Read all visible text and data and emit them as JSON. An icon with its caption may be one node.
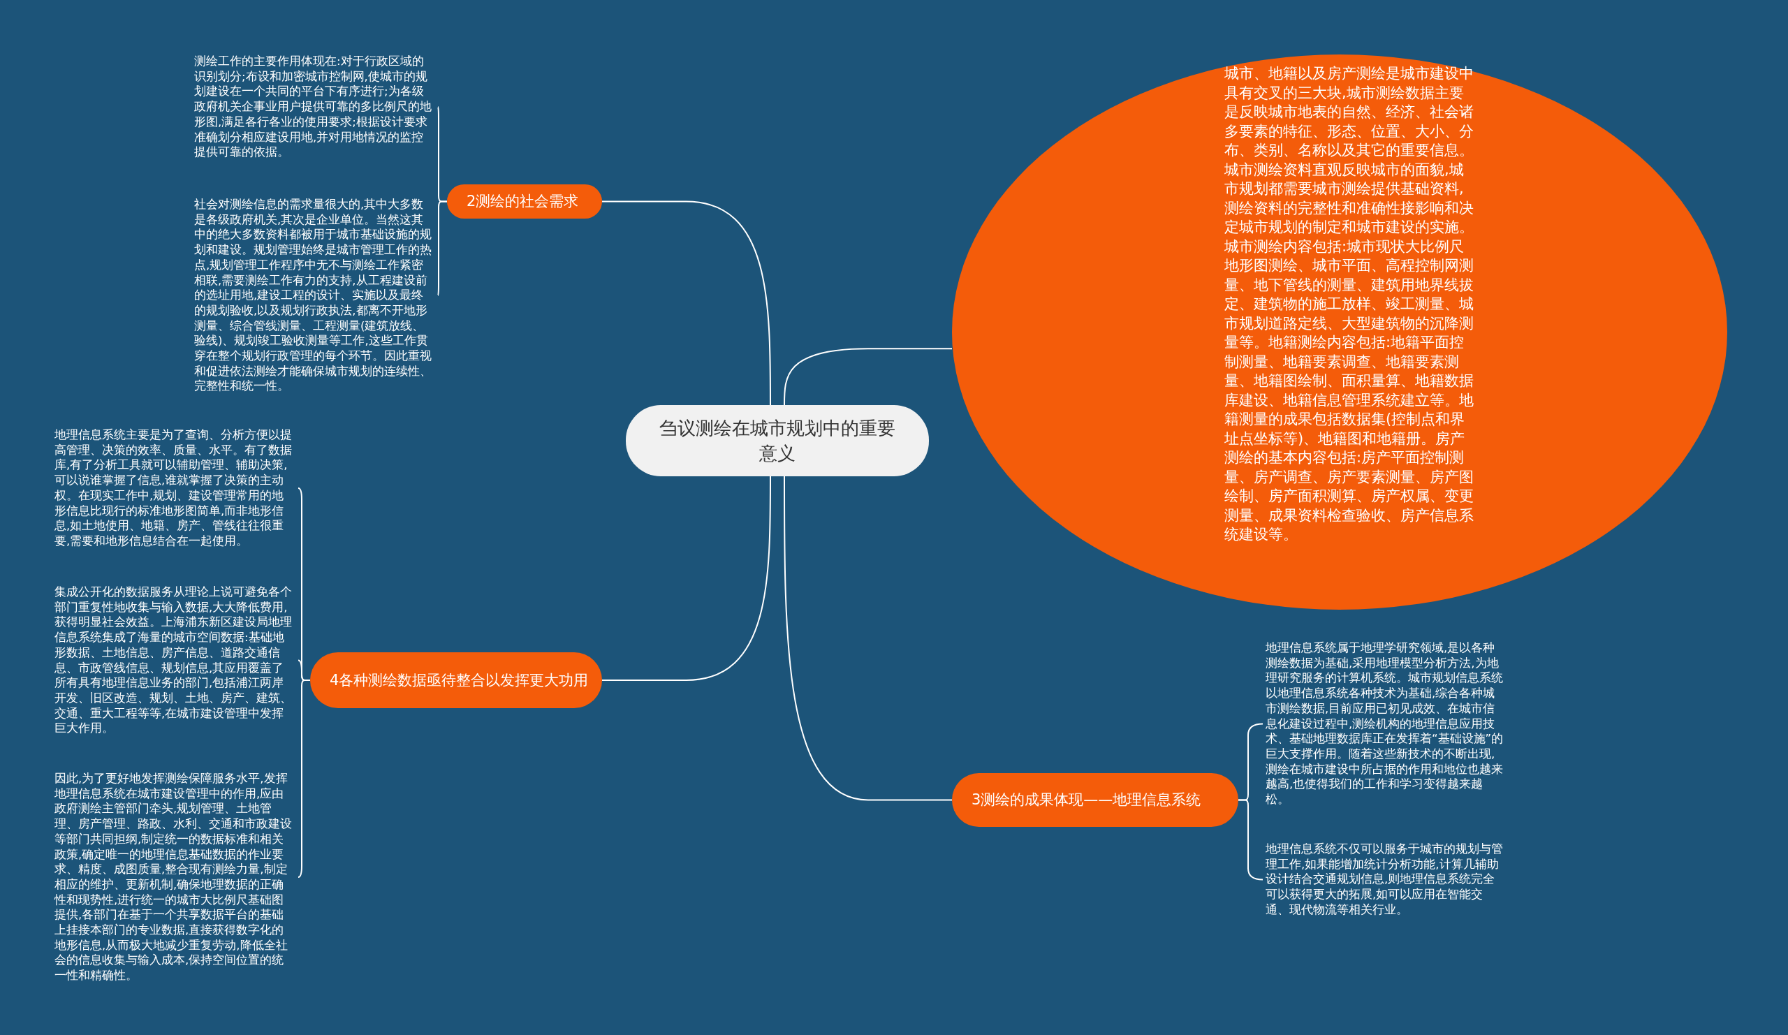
{
  "diagram": {
    "nodes": [
      {
        "text": [
          "刍议测绘在城市规划中的重要意义"
        ]
      },
      {
        "text": [
          "城市、地籍以及房产测绘是城市建设中具有交叉的三大块,城市测绘数据主要是反映城市地表的自然、经济、社会诸多要素的特征、形态、位置、大小、分布、类别、名称以及其它的重要信息。城市测绘资料直观反映城市的面貌,城市规划都需要城市测绘提供基础资料,测绘资料的完整性和准确性接影响和决定城市规划的制定和城市建设的实施。城市测绘内容包括:城市现状大比例尺地形图测绘、城市平面、高程控制网测量、地下管线的测量、建筑用地界线拔定、建筑物的施工放样、竣工测量、城市规划道路定线、大型建筑物的沉降测量等。地籍测绘内容包括:地籍平面控制测量、地籍要素调查、地籍要素测量、地籍图绘制、面积量算、地籍数据库建设、地籍信息管理系统建立等。地籍测量的成果包括数据集(控制点和界址点坐标等)、地籍图和地籍册。房产测绘的基本内容包括:房产平面控制测量、房产调查、房产要素测量、房产图绘制、房产面积测算、房产权属、变更测量、成果资料检查验收、房产信息系统建设等。"
        ]
      },
      {
        "text": [
          "2测绘的社会需求"
        ]
      },
      {
        "text": [
          "测绘工作的主要作用体现在:对于行政区域的识别划分;布设和加密城市控制网,使城市的规划建设在一个共同的平台下有序进行;为各级政府机关企事业用户提供可靠的多比例尺的地形图,满足各行各业的使用要求;根据设计要求准确划分相应建设用地,并对用地情况的监控提供可靠的依据。"
        ]
      },
      {
        "text": [
          "社会对测绘信息的需求量很大的,其中大多数是各级政府机关,其次是企业单位。当然这其中的绝大多数资料都被用于城市基础设施的规划和建设。规划管理始终是城市管理工作的热点,规划管理工作程序中无不与测绘工作紧密相联,需要测绘工作有力的支持,从工程建设前的选址用地,建设工程的设计、实施以及最终的规划验收,以及规划行政执法,都离不开地形测量、综合管线测量、工程测量(建筑放线、验线)、规划竣工验收测量等工作,这些工作贯穿在整个规划行政管理的每个环节。因此重视和促进依法测绘才能确保城市规划的连续性、完整性和统一性。"
        ]
      },
      {
        "text": [
          "4各种测绘数据亟待整合以发挥更大功用"
        ]
      },
      {
        "text": [
          "地理信息系统主要是为了查询、分析方便以提高管理、决策的效率、质量、水平。有了数据库,有了分析工具就可以辅助管理、辅助决策,可以说谁掌握了信息,谁就掌握了决策的主动权。在现实工作中,规划、建设管理常用的地形信息比现行的标准地形图简单,而非地形信息,如土地使用、地籍、房产、管线往往很重要,需要和地形信息结合在一起使用。"
        ]
      },
      {
        "text": [
          "集成公开化的数据服务从理论上说可避免各个部门重复性地收集与输入数据,大大降低费用,获得明显社会效益。上海浦东新区建设局地理信息系统集成了海量的城市空间数据:基础地形数据、土地信息、房产信息、道路交通信息、市政管线信息、规划信息,其应用覆盖了所有具有地理信息业务的部门,包括浦江两岸开发、旧区改造、规划、土地、房产、建筑、交通、重大工程等等,在城市建设管理中发挥巨大作用。"
        ]
      },
      {
        "text": [
          "因此,为了更好地发挥测绘保障服务水平,发挥地理信息系统在城市建设管理中的作用,应由政府测绘主管部门牵头,规划管理、土地管理、房产管理、路政、水利、交通和市政建设等部门共同担纲,制定统一的数据标准和相关政策,确定唯一的地理信息基础数据的作业要求、精度、成图质量,整合现有测绘力量,制定相应的维护、更新机制,确保地理数据的正确性和现势性,进行统一的城市大比例尺基础图提供,各部门在基于一个共享数据平台的基础上挂接本部门的专业数据,直接获得数字化的地形信息,从而极大地减少重复劳动,降低全社会的信息收集与输入成本,保持空间位置的统一性和精确性。"
        ]
      },
      {
        "text": [
          "3测绘的成果体现——地理信息系统"
        ]
      },
      {
        "text": [
          "地理信息系统属于地理学研究领域,是以各种测绘数据为基础,采用地理模型分析方法,为地理研究服务的计算机系统。城市规划信息系统以地理信息系统各种技术为基础,综合各种城市测绘数据,目前应用已初见成效、在城市信息化建设过程中,测绘机构的地理信息应用技术、基础地理数据库正在发挥着“基础设施”的巨大支撑作用。随着这些新技术的不断出现,测绘在城市建设中所占据的作用和地位也越来越高,也使得我们的工作和学习变得越来越松。"
        ]
      },
      {
        "text": [
          "地理信息系统不仅可以服务于城市的规划与管理工作,如果能增加统计分析功能,计算几辅助设计结合交通规划信息,则地理信息系统完全可以获得更大的拓展,如可以应用在智能交通、现代物流等相关行业。"
        ]
      }
    ],
    "edges": [
      {
        "from": 0,
        "to": 1,
        "arrow": "none"
      },
      {
        "from": 0,
        "to": 2,
        "arrow": "none"
      },
      {
        "from": 0,
        "to": 5,
        "arrow": "none"
      },
      {
        "from": 0,
        "to": 9,
        "arrow": "none"
      },
      {
        "from": 2,
        "to": 3,
        "arrow": "none"
      },
      {
        "from": 2,
        "to": 4,
        "arrow": "none"
      },
      {
        "from": 5,
        "to": 6,
        "arrow": "none"
      },
      {
        "from": 5,
        "to": 7,
        "arrow": "none"
      },
      {
        "from": 5,
        "to": 8,
        "arrow": "none"
      },
      {
        "from": 9,
        "to": 10,
        "arrow": "none"
      },
      {
        "from": 9,
        "to": 11,
        "arrow": "none"
      }
    ]
  }
}
